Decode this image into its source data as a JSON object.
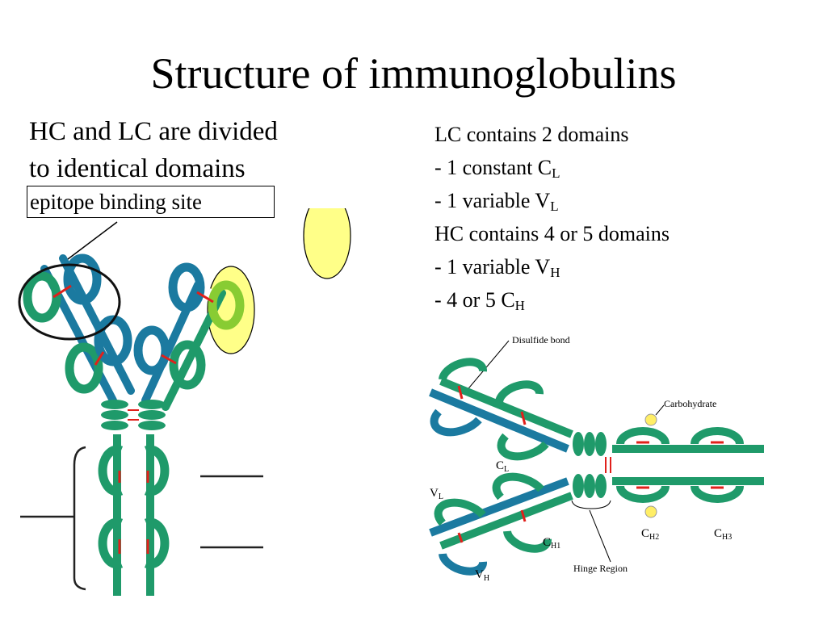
{
  "title": "Structure of immunoglobulins",
  "left_text": {
    "line1": "HC and LC are divided",
    "line2": "to identical domains"
  },
  "epitope_label": "epitope binding site",
  "right_text": {
    "lc_heading": "LC contains 2 domains",
    "lc_constant_prefix": "- 1 constant C",
    "lc_constant_sub": "L",
    "lc_variable_prefix": "- 1 variable V",
    "lc_variable_sub": "L",
    "hc_heading": "HC contains 4 or 5 domains",
    "hc_variable_prefix": "- 1 variable  V",
    "hc_variable_sub": "H",
    "hc_constant_prefix": "- 4 or 5 C",
    "hc_constant_sub": "H"
  },
  "diagram_labels": {
    "disulfide_bond": "Disulfide bond",
    "carbohydrate": "Carbohydrate",
    "cl_main": "C",
    "cl_sub": "L",
    "vl_main": "V",
    "vl_sub": "L",
    "ch1_main": "C",
    "ch1_sub": "H1",
    "vh_main": "V",
    "vh_sub": "H",
    "ch2_main": "C",
    "ch2_sub": "H2",
    "ch3_main": "C",
    "ch3_sub": "H3",
    "hinge_region": "Hinge Region"
  },
  "colors": {
    "heavy_chain_green": "#1f9a6a",
    "light_chain_blue": "#1b7aa0",
    "disulfide_red": "#e0201b",
    "highlight_yellow": "#ffff88",
    "carbohydrate_yellow": "#ffee66"
  }
}
